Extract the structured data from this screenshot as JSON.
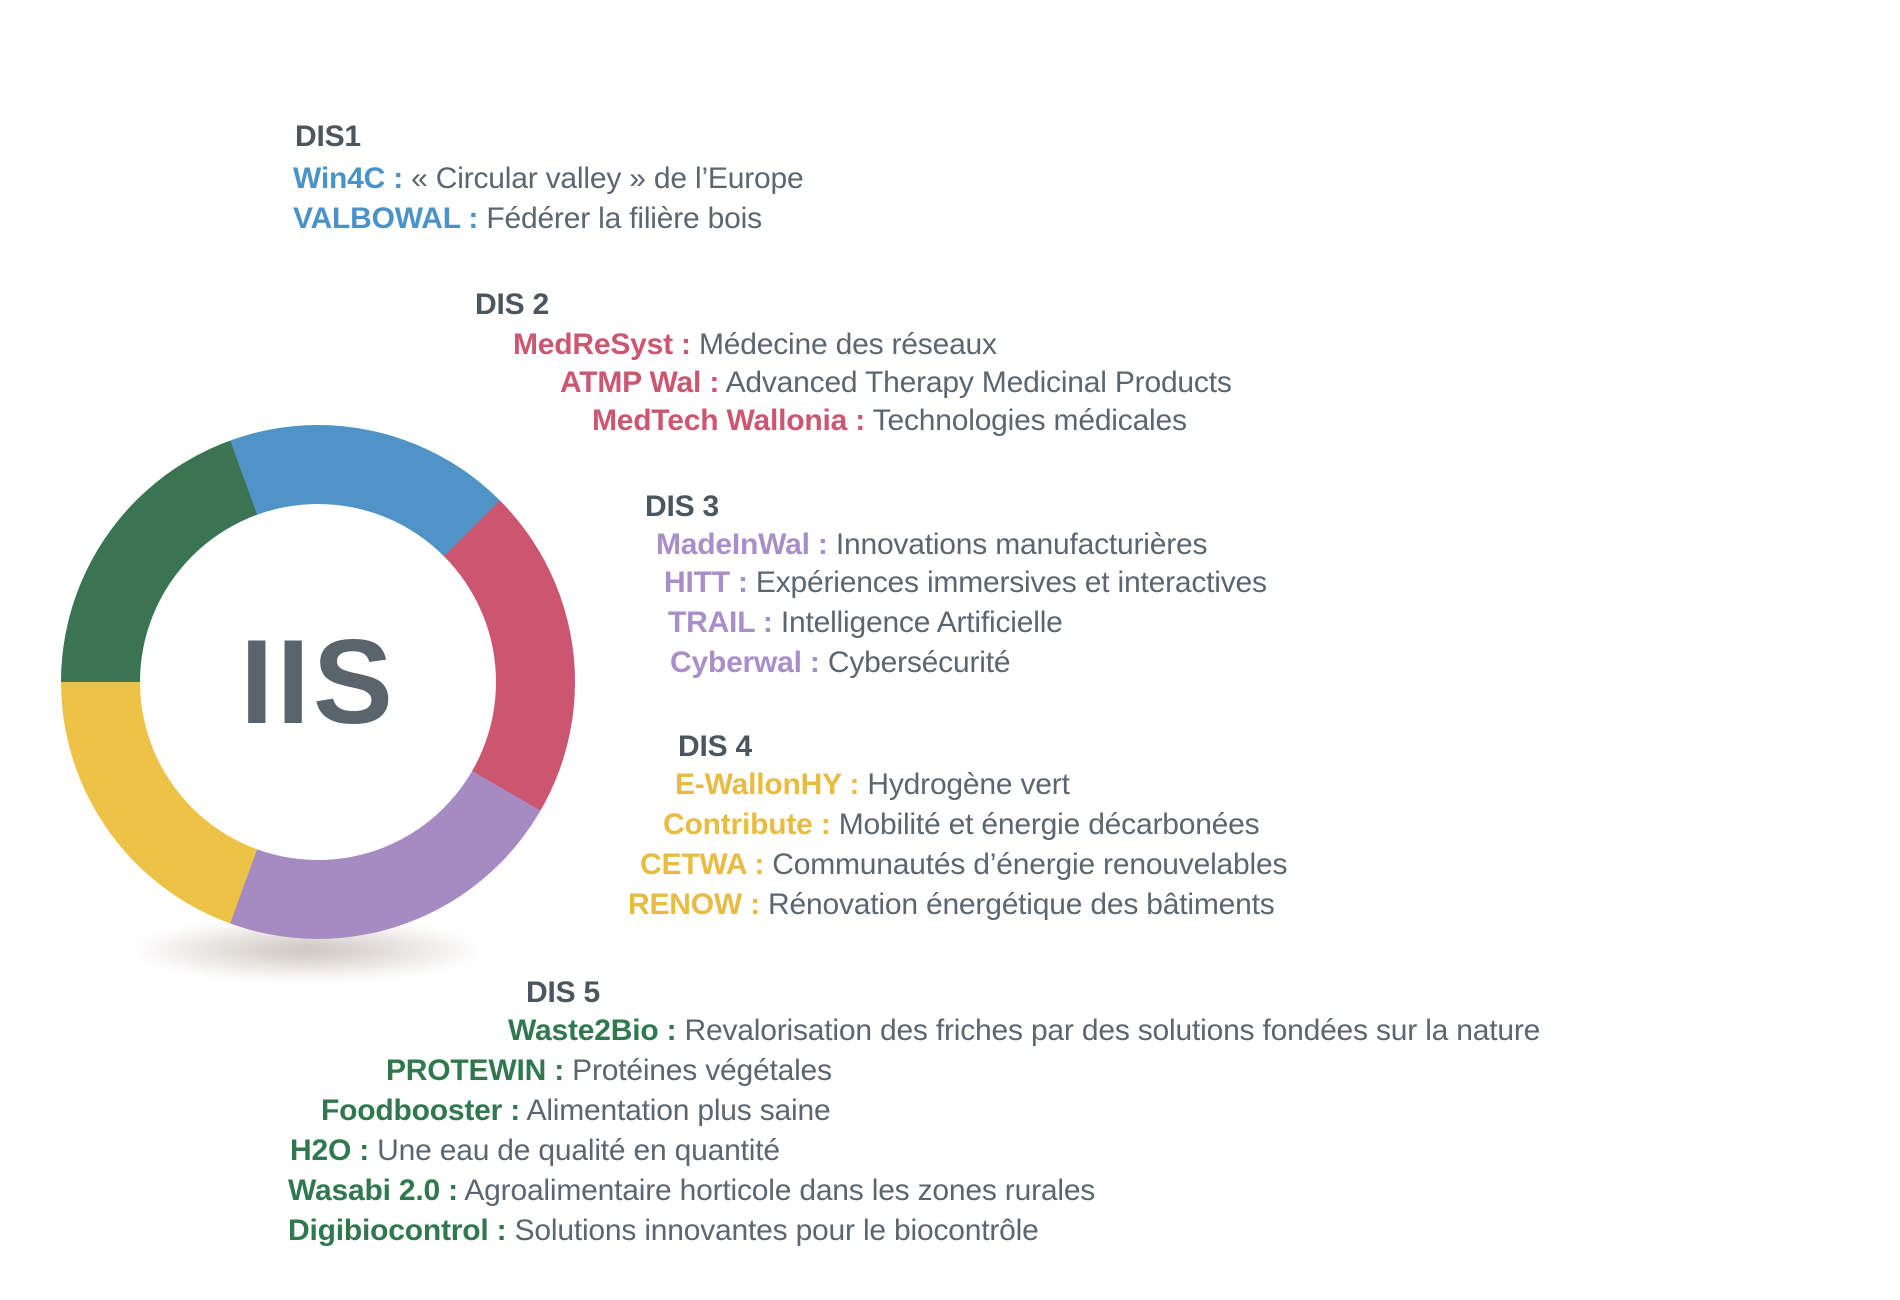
{
  "donut": {
    "center_label": "IIS",
    "center_label_color": "#59646d"
  },
  "chart_data": {
    "type": "pie",
    "subtype": "donut",
    "center_label": "IIS",
    "legend_position": "around",
    "segments": [
      {
        "label": "DIS1",
        "color": "#4f93c7",
        "start_deg": 340,
        "end_deg": 405,
        "span_deg": 65,
        "share_pct": 18.1
      },
      {
        "label": "DIS 2",
        "color": "#cc5570",
        "start_deg": 45,
        "end_deg": 120,
        "span_deg": 75,
        "share_pct": 20.8
      },
      {
        "label": "DIS 3",
        "color": "#a58bc2",
        "start_deg": 120,
        "end_deg": 200,
        "span_deg": 80,
        "share_pct": 22.2
      },
      {
        "label": "DIS 4",
        "color": "#ecc247",
        "start_deg": 200,
        "end_deg": 270,
        "span_deg": 70,
        "share_pct": 19.4
      },
      {
        "label": "DIS 5",
        "color": "#3a7453",
        "start_deg": 270,
        "end_deg": 340,
        "span_deg": 70,
        "share_pct": 19.4
      }
    ]
  },
  "groups": [
    {
      "id": "dis1",
      "header": "DIS1",
      "color": "#4a93c8",
      "items": [
        {
          "name": "Win4C :",
          "desc": "« Circular valley » de l’Europe"
        },
        {
          "name": "VALBOWAL :",
          "desc": "Fédérer la filière bois"
        }
      ]
    },
    {
      "id": "dis2",
      "header": "DIS 2",
      "color": "#cd5671",
      "items": [
        {
          "name": "MedReSyst :",
          "desc": "Médecine des réseaux"
        },
        {
          "name": "ATMP Wal :",
          "desc": "Advanced Therapy Medicinal Products"
        },
        {
          "name": "MedTech Wallonia :",
          "desc": "Technologies médicales"
        }
      ]
    },
    {
      "id": "dis3",
      "header": "DIS 3",
      "color": "#a98fc9",
      "items": [
        {
          "name": "MadeInWal :",
          "desc": "Innovations manufacturières"
        },
        {
          "name": "HITT :",
          "desc": "Expériences immersives et interactives"
        },
        {
          "name": "TRAIL :",
          "desc": "Intelligence Artificielle"
        },
        {
          "name": "Cyberwal :",
          "desc": "Cybersécurité"
        }
      ]
    },
    {
      "id": "dis4",
      "header": "DIS 4",
      "color": "#e8bc42",
      "items": [
        {
          "name": "E-WallonHY :",
          "desc": "Hydrogène vert"
        },
        {
          "name": "Contribute :",
          "desc": "Mobilité et énergie décarbonées"
        },
        {
          "name": "CETWA :",
          "desc": "Communautés d’énergie renouvelables"
        },
        {
          "name": "RENOW :",
          "desc": "Rénovation énergétique des bâtiments"
        }
      ]
    },
    {
      "id": "dis5",
      "header": "DIS 5",
      "color": "#30794e",
      "items": [
        {
          "name": "Waste2Bio :",
          "desc": "Revalorisation des friches par des solutions fondées sur la nature"
        },
        {
          "name": "PROTEWIN :",
          "desc": "Protéines végétales"
        },
        {
          "name": "Foodbooster :",
          "desc": "Alimentation plus saine"
        },
        {
          "name": "H2O :",
          "desc": "Une eau de qualité en quantité"
        },
        {
          "name": "Wasabi 2.0 :",
          "desc": "Agroalimentaire horticole dans les zones rurales"
        },
        {
          "name": "Digibiocontrol :",
          "desc": "Solutions innovantes pour le biocontrôle"
        }
      ]
    }
  ]
}
